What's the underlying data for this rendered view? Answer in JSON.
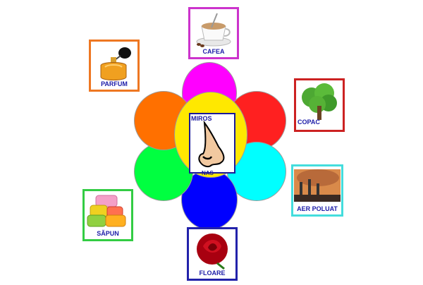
{
  "center": {
    "top_label": "MIROS",
    "bottom_label": "NAS"
  },
  "petal_colors": {
    "top": "#ff00ff",
    "top_right": "#ff2020",
    "right": "#00ffff",
    "bottom": "#0000ff",
    "left": "#00ff40",
    "top_left": "#ff7000",
    "center": "#ffe800"
  },
  "cards": {
    "cafea": {
      "label": "CAFEA",
      "border": "#cc33cc"
    },
    "copac": {
      "label": "COPAC",
      "border": "#cc2222"
    },
    "aer": {
      "label": "AER POLUAT",
      "border": "#44dddd"
    },
    "floare": {
      "label": "FLOARE",
      "border": "#2222aa"
    },
    "sapun": {
      "label": "SĂPUN",
      "border": "#33cc44"
    },
    "parfum": {
      "label": "PARFUM",
      "border": "#ee7722"
    }
  }
}
